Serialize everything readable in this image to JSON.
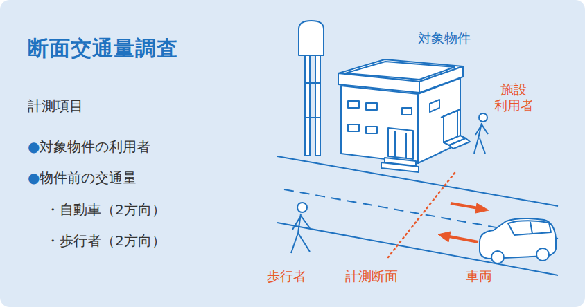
{
  "diagram": {
    "title": "断面交通量調査",
    "labels": [
      "計測項目",
      "●対象物件の利用者",
      "●物件前の交通量",
      "・自動車（2方向）",
      "・歩行者（2方向）",
      "対象物件",
      "施設 利用者",
      "歩行者",
      "計測断面",
      "車両"
    ]
  }
}
